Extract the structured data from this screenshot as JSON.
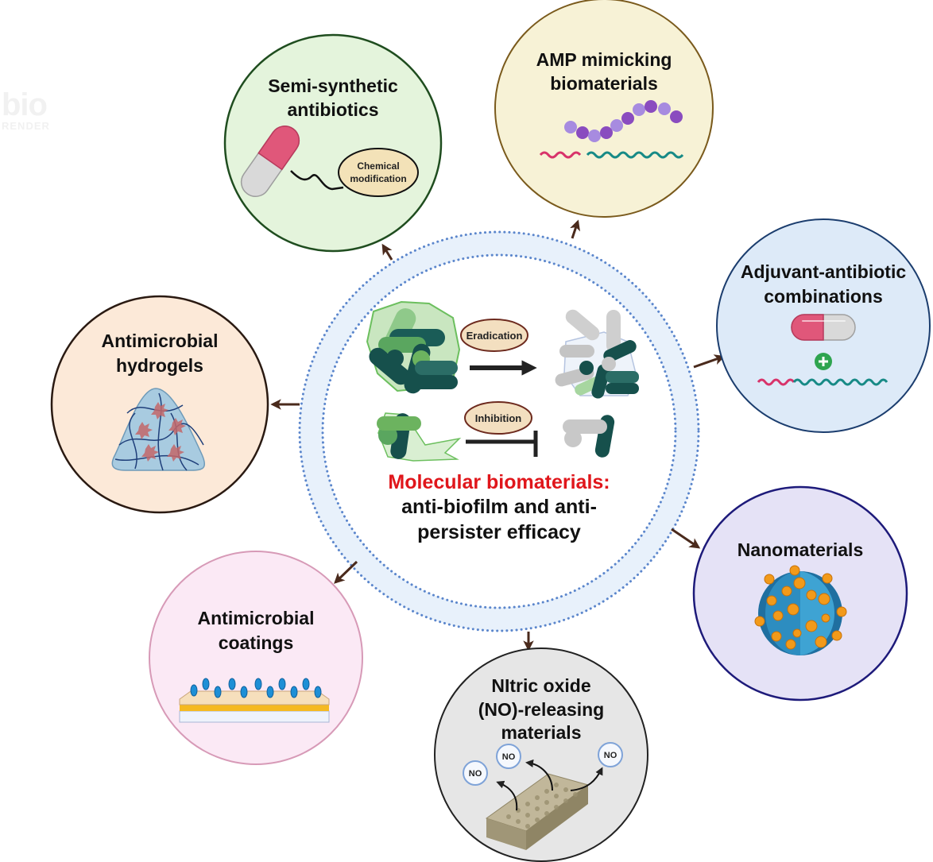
{
  "watermark": {
    "logo_text": "bio",
    "sub_text": "RENDER"
  },
  "center": {
    "title_red": "Molecular biomaterials:",
    "subtitle_lines": [
      "anti-biofilm and anti-",
      "persister efficacy"
    ],
    "eradication_label": "Eradication",
    "inhibition_label": "Inhibition",
    "colors": {
      "ring_fill": "#e8f1fb",
      "ring_dots": "#5b86cc",
      "accent_red": "#e0161b"
    }
  },
  "nodes": [
    {
      "id": "semi-synthetic",
      "title_lines": [
        "Semi-synthetic",
        "antibiotics"
      ],
      "bubble_lines": [
        "Chemical",
        "modification"
      ],
      "fill": "#e4f4dc",
      "stroke": "#1f4d1f"
    },
    {
      "id": "amp",
      "title_lines": [
        "AMP mimicking",
        "biomaterials"
      ],
      "fill": "#f7f2d6",
      "stroke": "#7a5a1c"
    },
    {
      "id": "adjuvant",
      "title_lines": [
        "Adjuvant-antibiotic",
        "combinations"
      ],
      "fill": "#ddeaf8",
      "stroke": "#1b3d6e"
    },
    {
      "id": "nanomaterials",
      "title_lines": [
        "Nanomaterials"
      ],
      "fill": "#e5e2f6",
      "stroke": "#1d1a7a"
    },
    {
      "id": "nitric-oxide",
      "title_lines": [
        "NItric oxide",
        "(NO)-releasing",
        "materials"
      ],
      "no_labels": [
        "NO",
        "NO",
        "NO"
      ],
      "fill": "#e6e6e6",
      "stroke": "#222222"
    },
    {
      "id": "coatings",
      "title_lines": [
        "Antimicrobial",
        "coatings"
      ],
      "fill": "#fbe9f5",
      "stroke": "#d79ab7"
    },
    {
      "id": "hydrogels",
      "title_lines": [
        "Antimicrobial",
        "hydrogels"
      ],
      "fill": "#fce9d8",
      "stroke": "#2a1a12"
    }
  ],
  "arrow_color": "#4a2a1c"
}
